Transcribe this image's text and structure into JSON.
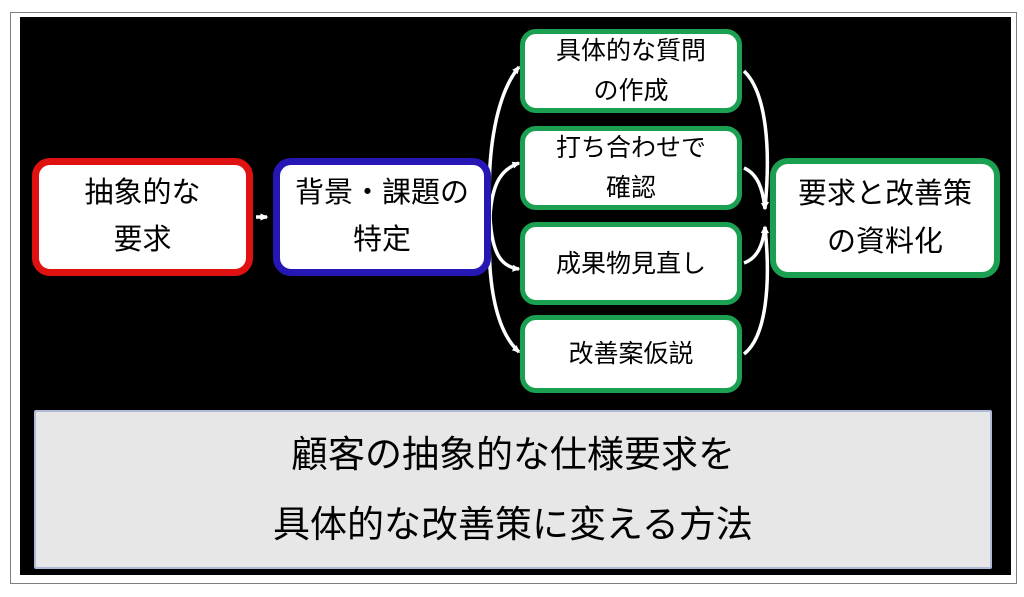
{
  "title": "顧客の抽象的な仕様要求を具体的な改善策に変える方法",
  "colors": {
    "red": "#e01111",
    "blue": "#2617b5",
    "green": "#1aa050",
    "arrow": "#ffffff",
    "caption_bg": "#e7e7e7",
    "caption_border": "#b0b9d8",
    "canvas_bg": "#000000"
  },
  "boxes": {
    "abstract": {
      "lines": [
        "抽象的な",
        "要求"
      ]
    },
    "background": {
      "lines": [
        "背景・課題の",
        "特定"
      ]
    },
    "steps": [
      {
        "lines": [
          "具体的な質問",
          "の作成"
        ]
      },
      {
        "lines": [
          "打ち合わせで",
          "確認"
        ]
      },
      {
        "lines": [
          "成果物見直し"
        ]
      },
      {
        "lines": [
          "改善案仮説"
        ]
      }
    ],
    "output": {
      "lines": [
        "要求と改善策",
        "の資料化"
      ]
    },
    "caption": {
      "lines": [
        "顧客の抽象的な仕様要求を",
        "具体的な改善策に変える方法"
      ]
    }
  }
}
